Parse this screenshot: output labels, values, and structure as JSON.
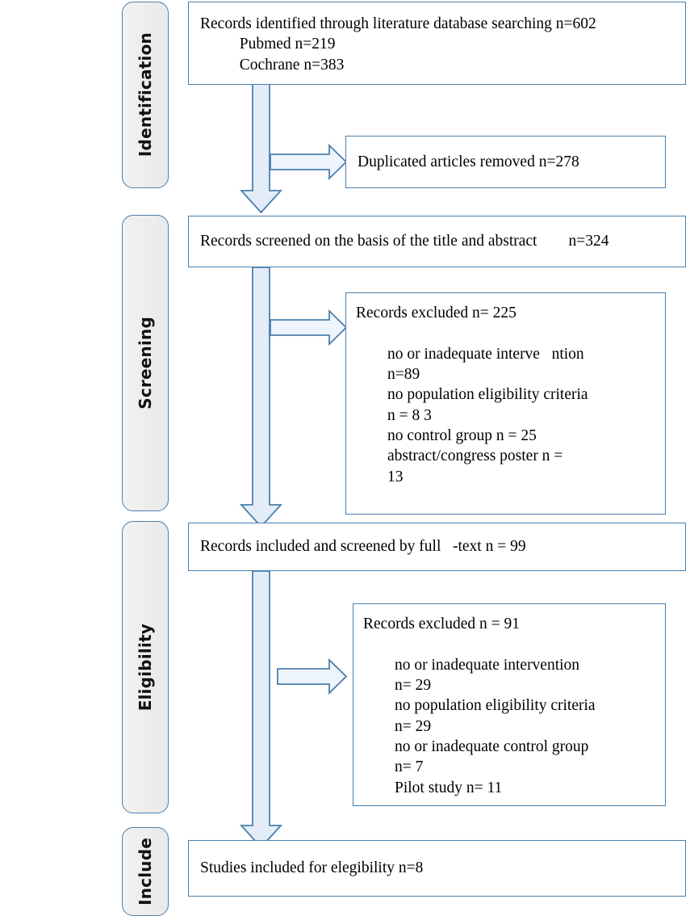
{
  "diagram": {
    "type": "prisma-flow-diagram",
    "title": "PRISMA study selection flow diagram",
    "colors": {
      "box_border": "#4a7fae",
      "box_fill": "#ffffff",
      "arrow_fill": "#e4edf7",
      "arrow_border": "#4a7fae",
      "pill_fill": "#efefef",
      "text": "#000000"
    }
  },
  "stages": [
    {
      "id": "identification",
      "label": "Identification"
    },
    {
      "id": "screening",
      "label": "Screening"
    },
    {
      "id": "eligibility",
      "label": "Eligibility"
    },
    {
      "id": "include",
      "label": "Include"
    }
  ],
  "boxes": {
    "identified": {
      "id": "records-identified",
      "text": "Records identified through literature database searching n=602\n          Pubmed n=219\n          Cochrane n=383"
    },
    "duplicates": {
      "id": "duplicates-removed",
      "text": "Duplicated articles removed n=278"
    },
    "screened": {
      "id": "records-screened",
      "text": "Records screened on the basis of the title and abstract        n=324"
    },
    "excluded_screening": {
      "id": "records-excluded-screening",
      "text": "Records excluded n= 225\n\n        no or inadequate interve   ntion\n        n=89\n        no population eligibility criteria\n        n = 8 3\n        no control group n = 25\n        abstract/congress poster n =\n        13"
    },
    "fulltext": {
      "id": "records-included-fulltext",
      "text": "Records included and screened by full   -text n = 99"
    },
    "excluded_eligibility": {
      "id": "records-excluded-eligibility",
      "text": "Records excluded n = 91\n\n        no or inadequate intervention\n        n= 29\n        no population eligibility criteria\n        n= 29\n        no or inadequate control group\n        n= 7\n        Pilot study n= 11"
    },
    "included": {
      "id": "studies-included",
      "text": "Studies included for elegibility n=8"
    }
  },
  "flow_data": {
    "identified_total": 602,
    "pubmed": 219,
    "cochrane": 383,
    "duplicates_removed": 278,
    "screened": 324,
    "excluded_at_screening": 225,
    "screening_exclusion_reasons": [
      {
        "reason": "no or inadequate intervention",
        "n": 89
      },
      {
        "reason": "no population eligibility criteria",
        "n": 83
      },
      {
        "reason": "no control group",
        "n": 25
      },
      {
        "reason": "abstract/congress poster",
        "n": 13
      }
    ],
    "fulltext_screened": 99,
    "excluded_at_eligibility": 91,
    "eligibility_exclusion_reasons": [
      {
        "reason": "no or inadequate intervention",
        "n": 29
      },
      {
        "reason": "no population eligibility criteria",
        "n": 29
      },
      {
        "reason": "no or inadequate control group",
        "n": 7
      },
      {
        "reason": "Pilot study",
        "n": 11
      }
    ],
    "studies_included": 8
  },
  "arrows": [
    {
      "id": "arrow-identified-to-screened",
      "direction": "down"
    },
    {
      "id": "arrow-to-duplicates",
      "direction": "right"
    },
    {
      "id": "arrow-screened-to-fulltext",
      "direction": "down"
    },
    {
      "id": "arrow-to-excluded-screening",
      "direction": "right"
    },
    {
      "id": "arrow-fulltext-to-included",
      "direction": "down"
    },
    {
      "id": "arrow-to-excluded-eligibility",
      "direction": "right"
    }
  ]
}
